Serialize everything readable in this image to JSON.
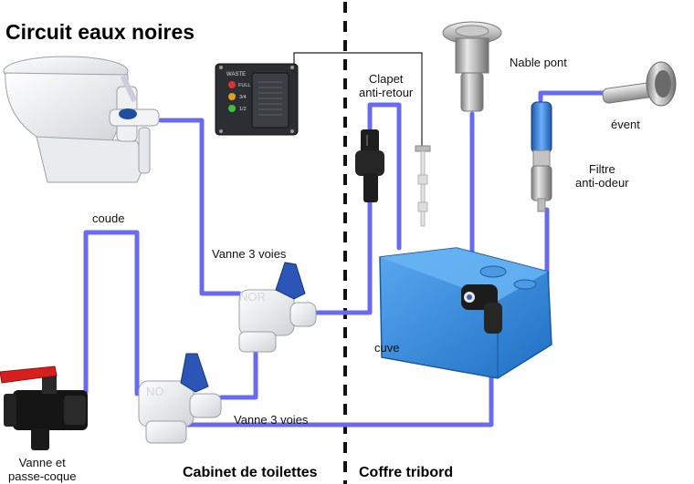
{
  "title": "Circuit eaux noires",
  "sections": {
    "left": "Cabinet de toilettes",
    "right": "Coffre tribord"
  },
  "labels": {
    "clapet": [
      "Clapet",
      "anti-retour"
    ],
    "nable": "Nable pont",
    "event": "évent",
    "filtre": [
      "Filtre",
      "anti-odeur"
    ],
    "coude": "coude",
    "vanne3_top": "Vanne 3 voies",
    "vanne3_bottom": "Vanne 3 voies",
    "cuve": "cuve",
    "vanne_passe": [
      "Vanne et",
      "passe-coque"
    ]
  },
  "panel": {
    "brand": "WASTE",
    "levels": [
      "FULL",
      "3/4",
      "1/2"
    ]
  },
  "colors": {
    "pipe": "#6a6aee",
    "tank": "#3d8ee0",
    "wire": "#222222",
    "valve_handle": "#2c55b8",
    "seacock_handle": "#d62020"
  },
  "icons": [
    "toilet-icon",
    "level-panel-icon",
    "check-valve-icon",
    "level-sensor-icon",
    "deck-fitting-icon",
    "vent-icon",
    "filter-icon",
    "tank-icon",
    "pump-icon",
    "three-way-valve-icon",
    "seacock-icon"
  ]
}
